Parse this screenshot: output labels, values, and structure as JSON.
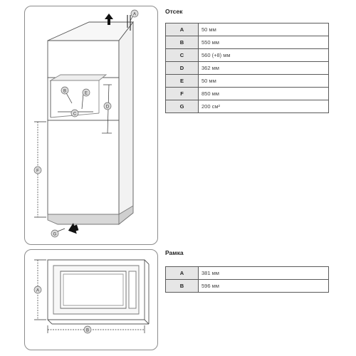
{
  "cabinet": {
    "title": "Отсек",
    "rows": [
      {
        "key": "A",
        "value": "50 мм"
      },
      {
        "key": "B",
        "value": "550 мм"
      },
      {
        "key": "C",
        "value": "560 (+8) мм"
      },
      {
        "key": "D",
        "value": "362 мм"
      },
      {
        "key": "E",
        "value": "50 мм"
      },
      {
        "key": "F",
        "value": "850 мм"
      },
      {
        "key": "G",
        "value": "200 см²"
      }
    ],
    "diagram_labels": {
      "a": "A",
      "b": "B",
      "c": "C",
      "d": "D",
      "e": "E",
      "f": "F",
      "g": "G"
    }
  },
  "frame": {
    "title": "Рамка",
    "rows": [
      {
        "key": "A",
        "value": "381 мм"
      },
      {
        "key": "B",
        "value": "596 мм"
      }
    ],
    "diagram_labels": {
      "a": "A",
      "b": "B"
    }
  }
}
